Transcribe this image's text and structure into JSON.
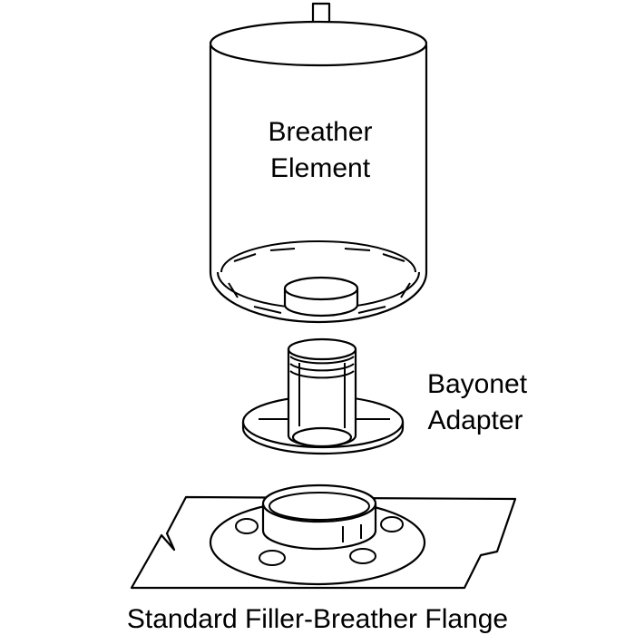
{
  "labels": {
    "breather_element": [
      "Breather",
      "Element"
    ],
    "bayonet_adapter": [
      "Bayonet",
      "Adapter"
    ],
    "flange": "Standard Filler-Breather Flange"
  },
  "colors": {
    "line": "#000000",
    "background": "#ffffff"
  }
}
